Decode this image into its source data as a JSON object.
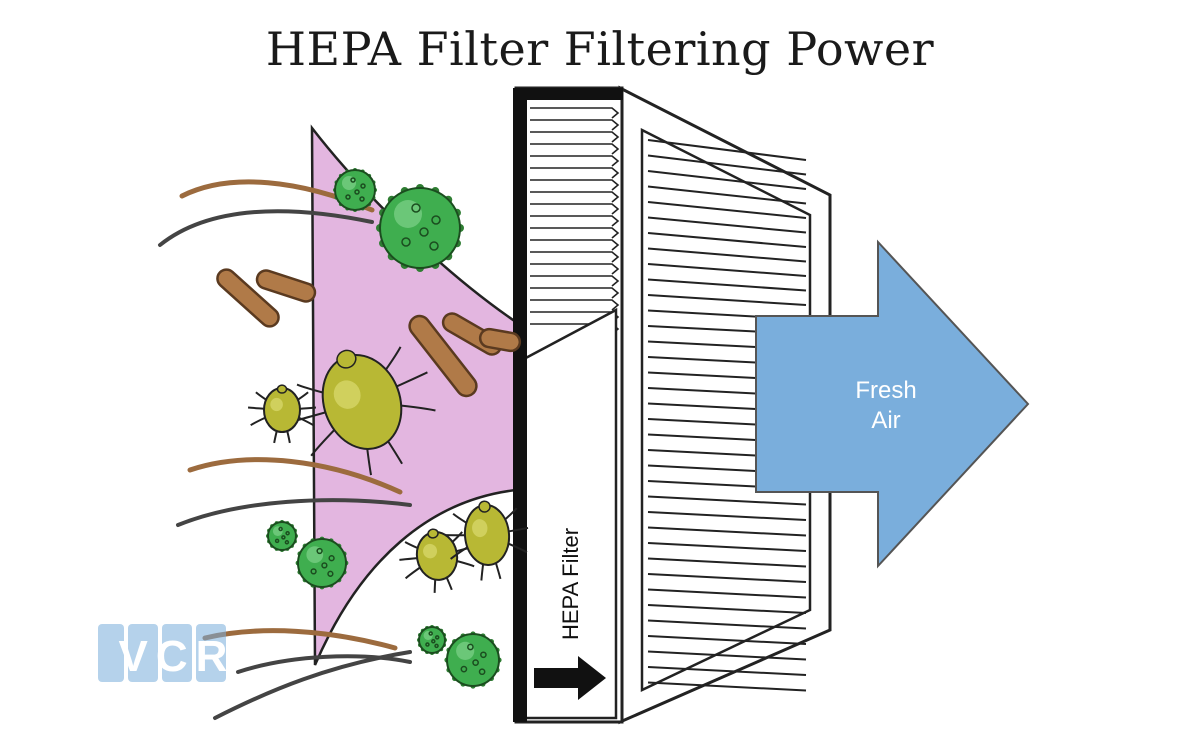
{
  "title": "HEPA Filter Filtering Power",
  "filter_label": "HEPA Filter",
  "arrow_label": [
    "Fresh",
    "Air"
  ],
  "watermark": "VCR",
  "colors": {
    "pollution_cone": "#e3b6e0",
    "arrow_fill": "#7aaedc",
    "mold_green": "#36a348",
    "mite_olive": "#b8b834",
    "fiber_brown": "#9c6b3e",
    "hair_gray": "#5a5a5a"
  }
}
